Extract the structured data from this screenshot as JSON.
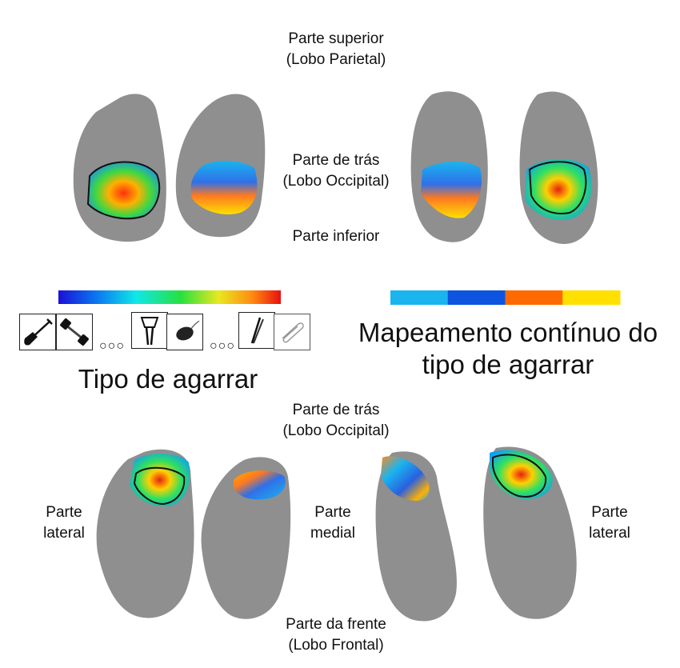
{
  "top_view": {
    "label_top": [
      "Parte superior",
      "(Lobo Parietal)"
    ],
    "label_center": [
      "Parte de trás",
      "(Lobo Occipital)"
    ],
    "label_bottom": "Parte inferior"
  },
  "legend": {
    "rainbow_caption": "Tipo de agarrar",
    "discrete_caption": [
      "Mapeamento contínuo do",
      "tipo de agarrar"
    ],
    "discrete_colors": [
      "#1ab4ef",
      "#0d55e0",
      "#ff6a00",
      "#ffe000"
    ],
    "rainbow_colors": [
      "#1a10d8",
      "#0a7cf0",
      "#10e8e8",
      "#28e040",
      "#e8e820",
      "#ff8c10",
      "#e81010"
    ],
    "object_icons": [
      "shovel-icon",
      "dumbbell-icon",
      "juicer-icon",
      "mouse-icon",
      "tweezers-icon",
      "paperclip-icon"
    ]
  },
  "bottom_view": {
    "label_top": [
      "Parte de trás",
      "(Lobo Occipital)"
    ],
    "label_left": [
      "Parte",
      "lateral"
    ],
    "label_middle": [
      "Parte",
      "medial"
    ],
    "label_right": [
      "Parte",
      "lateral"
    ],
    "label_bottom": [
      "Parte da frente",
      "(Lobo Frontal)"
    ]
  },
  "colors": {
    "brain": "#8f8f8f",
    "brain_shade": "#7a7a7a",
    "outline": "#111111"
  }
}
